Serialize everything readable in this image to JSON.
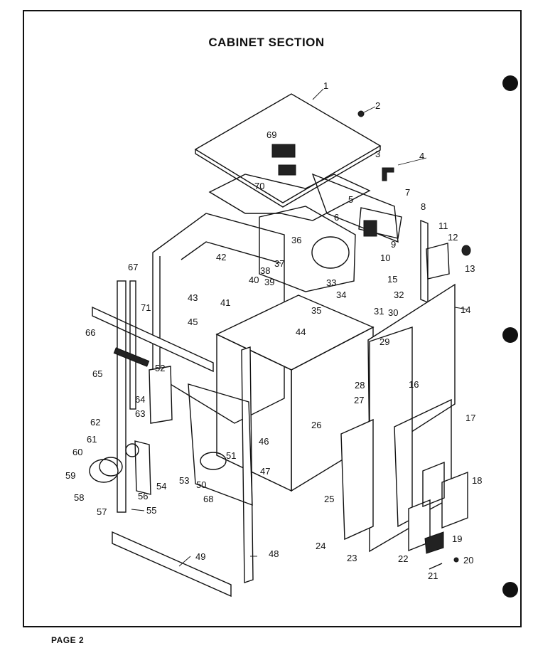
{
  "document": {
    "title": "CABINET SECTION",
    "page_label": "PAGE 2"
  },
  "callouts": [
    "1",
    "2",
    "3",
    "4",
    "5",
    "6",
    "7",
    "8",
    "9",
    "10",
    "11",
    "12",
    "13",
    "14",
    "15",
    "16",
    "17",
    "18",
    "19",
    "20",
    "21",
    "22",
    "23",
    "24",
    "25",
    "26",
    "27",
    "28",
    "29",
    "30",
    "31",
    "32",
    "33",
    "34",
    "35",
    "36",
    "37",
    "38",
    "39",
    "40",
    "41",
    "42",
    "43",
    "44",
    "45",
    "46",
    "47",
    "48",
    "49",
    "50",
    "51",
    "52",
    "53",
    "54",
    "55",
    "56",
    "57",
    "58",
    "59",
    "60",
    "61",
    "62",
    "63",
    "64",
    "65",
    "66",
    "67",
    "68",
    "69",
    "70",
    "71"
  ]
}
